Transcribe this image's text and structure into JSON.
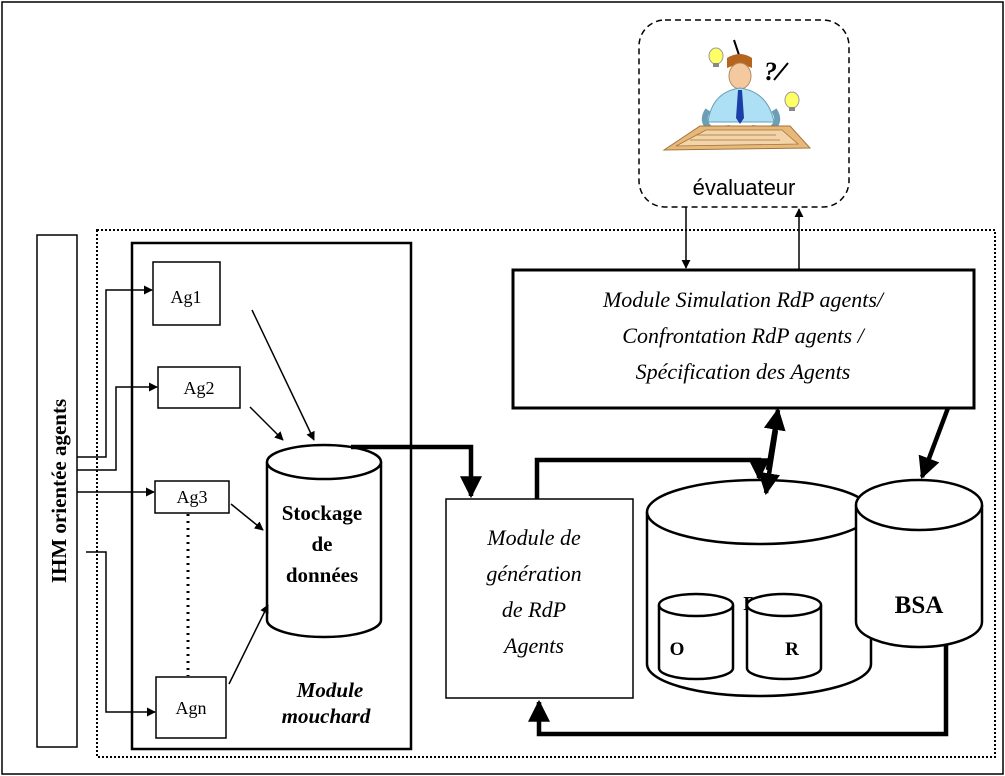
{
  "evaluator": {
    "label": "évaluateur",
    "icon": "evaluator-person-icon"
  },
  "ihm": {
    "label": "IHM orientée agents"
  },
  "agents": [
    {
      "label": "Ag1"
    },
    {
      "label": "Ag2"
    },
    {
      "label": "Ag3"
    },
    {
      "label": "Agn"
    }
  ],
  "storage": {
    "line1": "Stockage",
    "line2": "de",
    "line3": "données"
  },
  "mouchard": {
    "line1": "Module",
    "line2": "mouchard"
  },
  "simulation_module": {
    "line1": "Module Simulation RdP agents/",
    "line2": "Confrontation RdP agents /",
    "line3": "Spécification des Agents"
  },
  "generation_module": {
    "line1": "Module de",
    "line2": "génération",
    "line3": "de RdP",
    "line4": "Agents"
  },
  "bmt": {
    "label": "BMT",
    "sub_o": "O",
    "sub_r": "R"
  },
  "bsa": {
    "label": "BSA"
  }
}
